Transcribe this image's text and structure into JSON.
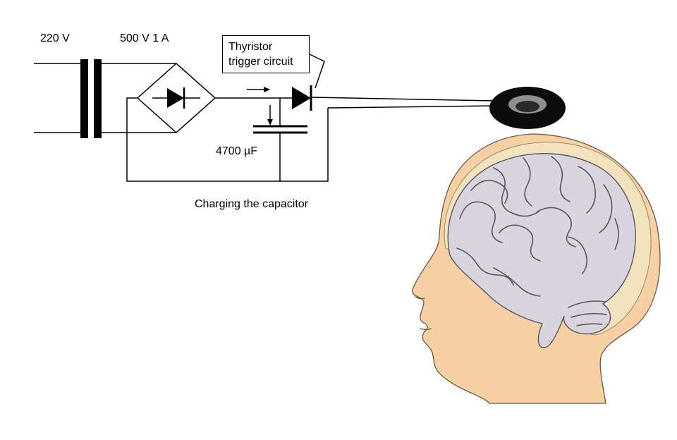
{
  "labels": {
    "input_voltage": "220 V",
    "secondary_rating": "500 V 1 A",
    "thyristor_box": {
      "line1": "Thyristor",
      "line2": "trigger circuit"
    },
    "capacitor_value": "4700 µF",
    "caption": "Charging the capacitor"
  },
  "colors": {
    "wire": "#000000",
    "skin": "#f7d0a6",
    "skull_band": "#f2e2bd",
    "brain": "#d9d5df",
    "brain_lines": "#5a5560",
    "coil_black": "#0b0b0b",
    "coil_inner_gray": "#8f8f8f",
    "coil_center_dark": "#2a2a2a"
  }
}
